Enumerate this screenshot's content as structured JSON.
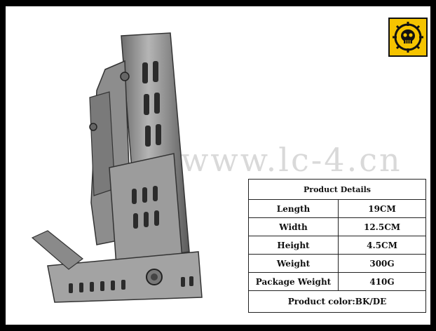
{
  "watermark": "www.lc-4.cn",
  "specs": {
    "title": "Product Details",
    "rows": [
      {
        "label": "Length",
        "value": "19CM"
      },
      {
        "label": "Width",
        "value": "12.5CM"
      },
      {
        "label": "Height",
        "value": "4.5CM"
      },
      {
        "label": "Weight",
        "value": "300G"
      },
      {
        "label": "Package Weight",
        "value": "410G"
      }
    ],
    "color": "Product color:BK/DE"
  },
  "colors": {
    "logo_bg": "#f5c400",
    "product": "#8c8c8c"
  }
}
